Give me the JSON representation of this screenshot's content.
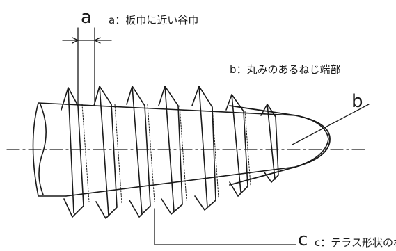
{
  "labels": {
    "a_marker": "a",
    "a_caption": "a：板巾に近い谷巾",
    "b_caption": "b：丸みのあるねじ端部",
    "b_marker": "b",
    "c_marker": "c",
    "c_caption": "c：テラス形状のねじ山"
  },
  "colors": {
    "ink": "#1a1a1a",
    "background": "#ffffff"
  }
}
